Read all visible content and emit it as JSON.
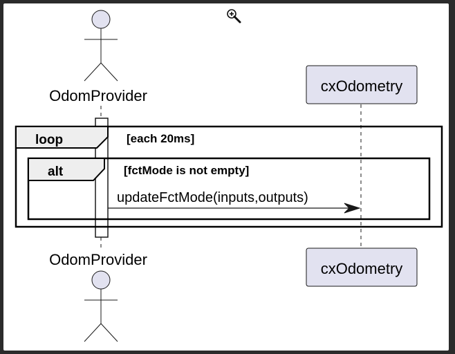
{
  "diagram": {
    "actor_top_label": "OdomProvider",
    "actor_bottom_label": "OdomProvider",
    "participant_top_label": "cxOdometry",
    "participant_bottom_label": "cxOdometry",
    "loop_frame": {
      "keyword": "loop",
      "condition": "[each 20ms]"
    },
    "alt_frame": {
      "keyword": "alt",
      "condition": "[fctMode is not empty]"
    },
    "message_label": "updateFctMode(inputs,outputs)",
    "colors": {
      "participant_fill": "#e2e2f0",
      "participant_stroke": "#181818",
      "frame_header_fill": "#eeeeee",
      "line": "#181818",
      "background": "#ffffff",
      "viewer_frame": "#2b2b2b"
    }
  },
  "viewer": {
    "zoom_icon": "zoom-in-icon"
  }
}
